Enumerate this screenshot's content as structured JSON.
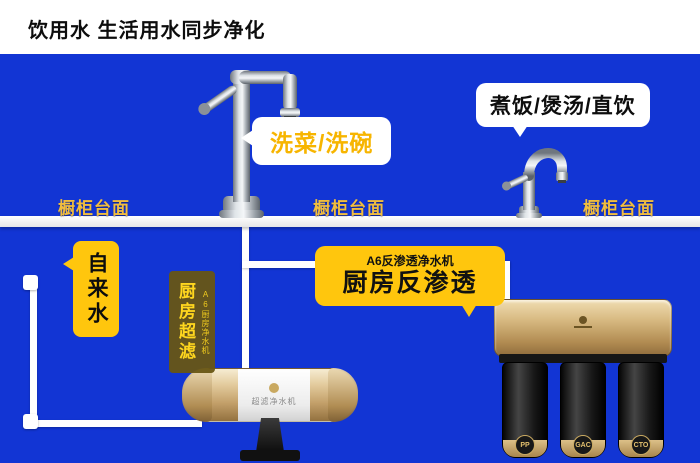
{
  "header": {
    "title": "饮用水 生活用水同步净化"
  },
  "countertop": {
    "left": "橱柜台面",
    "center": "橱柜台面",
    "right": "橱柜台面"
  },
  "callouts": {
    "wash": "洗菜/洗碗",
    "cook": "煮饭/煲汤/直饮",
    "tap_water": "自来水",
    "uf_main": "厨房超滤",
    "uf_sub": "A6厨房净水机",
    "ro_small": "A6反渗透净水机",
    "ro_big": "厨房反渗透"
  },
  "devices": {
    "uf_band_text": "超滤净水机",
    "ro_filters": [
      "PP",
      "GAC",
      "CTO"
    ]
  },
  "colors": {
    "blue": "#1235d4",
    "yellow": "#ffc60d",
    "gold_label": "#f1bd3e",
    "white": "#ffffff"
  }
}
